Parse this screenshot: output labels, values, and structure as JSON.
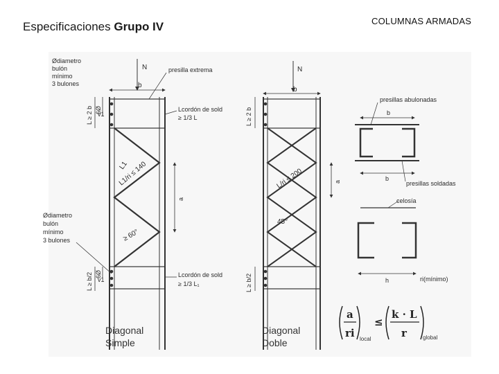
{
  "header": {
    "left_title_prefix": "Especificaciones ",
    "left_title_bold": "Grupo IV",
    "right_title": "COLUMNAS ARMADAS"
  },
  "diagram_simple": {
    "force_label": "N",
    "diameter_note": [
      "Ødiametro",
      "bulón",
      "mínimo",
      "3 bulones"
    ],
    "end_plate_label": "presilla extrema",
    "width_label": "b",
    "weld_top": [
      "Lcordón de sold",
      "≥ 1/3 L"
    ],
    "weld_bottom": [
      "Lcordón de sold",
      "≥ 1/3 L₁"
    ],
    "dim_top_left": "L ≥ 2 b",
    "dim_top_small": "6Ø",
    "dim_bottom_left": "L ≥ b/2",
    "dim_bottom_small": "6Ø",
    "v1_top": "v1",
    "v1_bottom": "v1",
    "slenderness": [
      "L1",
      "L1/ri ≤ 140"
    ],
    "spacing_label": "a",
    "angle_label": "≥ 60°",
    "diameter_note_2": [
      "Ødiametro",
      "bulón",
      "mínimo",
      "3 bulones"
    ],
    "caption": [
      "Diagonal",
      "Simple"
    ]
  },
  "diagram_double": {
    "force_label": "N",
    "width_label": "b",
    "dim_top_left": "L ≥ 2 b",
    "dim_bottom_left": "L ≥ b/2",
    "slenderness": "L/ri ≤ 200",
    "spacing_label": "a",
    "angle_label": "45°",
    "caption": [
      "Diagonal",
      "Doble"
    ]
  },
  "sections": {
    "bolted_label": "presillas abulonadas",
    "top_b": "b",
    "bottom_b": "b",
    "welded_label": "presillas soldadas",
    "lattice_label": "celosía",
    "h_label": "h",
    "ri_label": "ri(mínimo)"
  },
  "formula": {
    "left_top": "a",
    "left_bottom": "ri",
    "left_sub": "local",
    "relation": "≤",
    "right_top": "k · L",
    "right_bottom": "r",
    "right_sub": "global"
  }
}
